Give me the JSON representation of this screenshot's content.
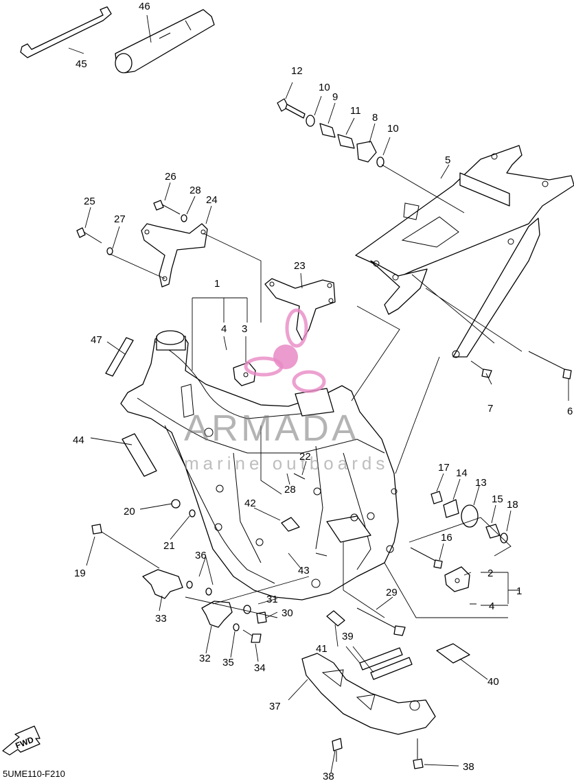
{
  "diagram_code": "5UME110-F210",
  "watermark": {
    "brand": "ARMADA",
    "tagline": "marine outboards",
    "logo_color": "#e88ac4",
    "text_color": "#777777"
  },
  "fwd_label": "FWD",
  "part_labels": [
    "1",
    "2",
    "3",
    "4",
    "5",
    "6",
    "7",
    "8",
    "9",
    "10",
    "11",
    "12",
    "13",
    "14",
    "15",
    "16",
    "17",
    "18",
    "19",
    "20",
    "21",
    "22",
    "23",
    "24",
    "25",
    "26",
    "27",
    "28",
    "29",
    "30",
    "31",
    "32",
    "33",
    "34",
    "35",
    "36",
    "37",
    "38",
    "39",
    "40",
    "41",
    "42",
    "43",
    "44",
    "45",
    "46",
    "47"
  ]
}
